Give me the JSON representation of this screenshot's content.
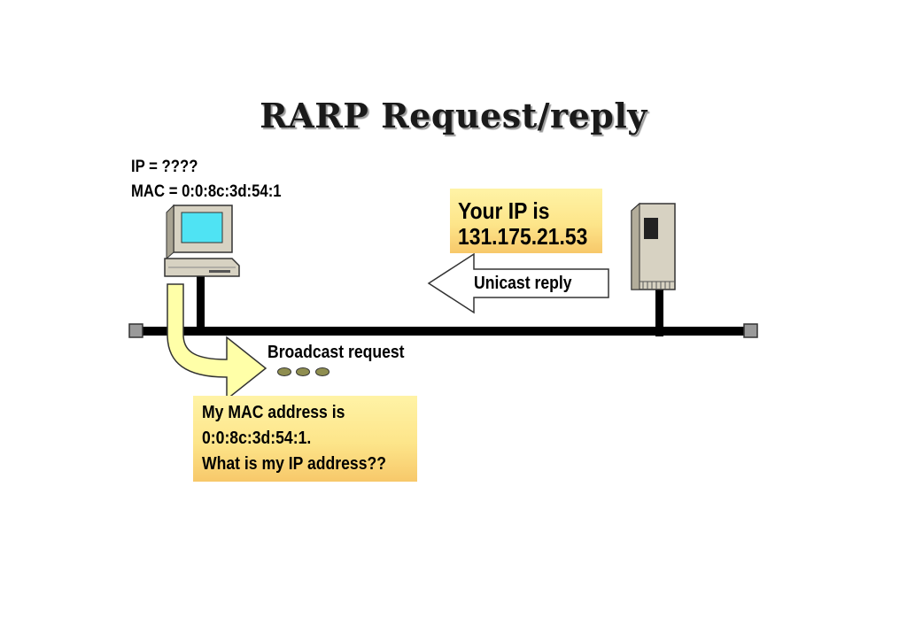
{
  "title": "RARP  Request/reply",
  "host": {
    "ip_label": "IP = ????",
    "mac_label": "MAC  =  0:0:8c:3d:54:1"
  },
  "reply": {
    "line1": "Your IP is",
    "line2": "131.175.21.53",
    "arrow_label": "Unicast reply"
  },
  "request": {
    "arrow_label": "Broadcast  request",
    "line1": "My MAC address is",
    "line2": "0:0:8c:3d:54:1.",
    "line3": "What is my IP address??"
  },
  "colors": {
    "note_fill": "#fde58a",
    "arrow_fill": "#ffffa8",
    "screen": "#4fe3f3",
    "cable": "#000000"
  }
}
